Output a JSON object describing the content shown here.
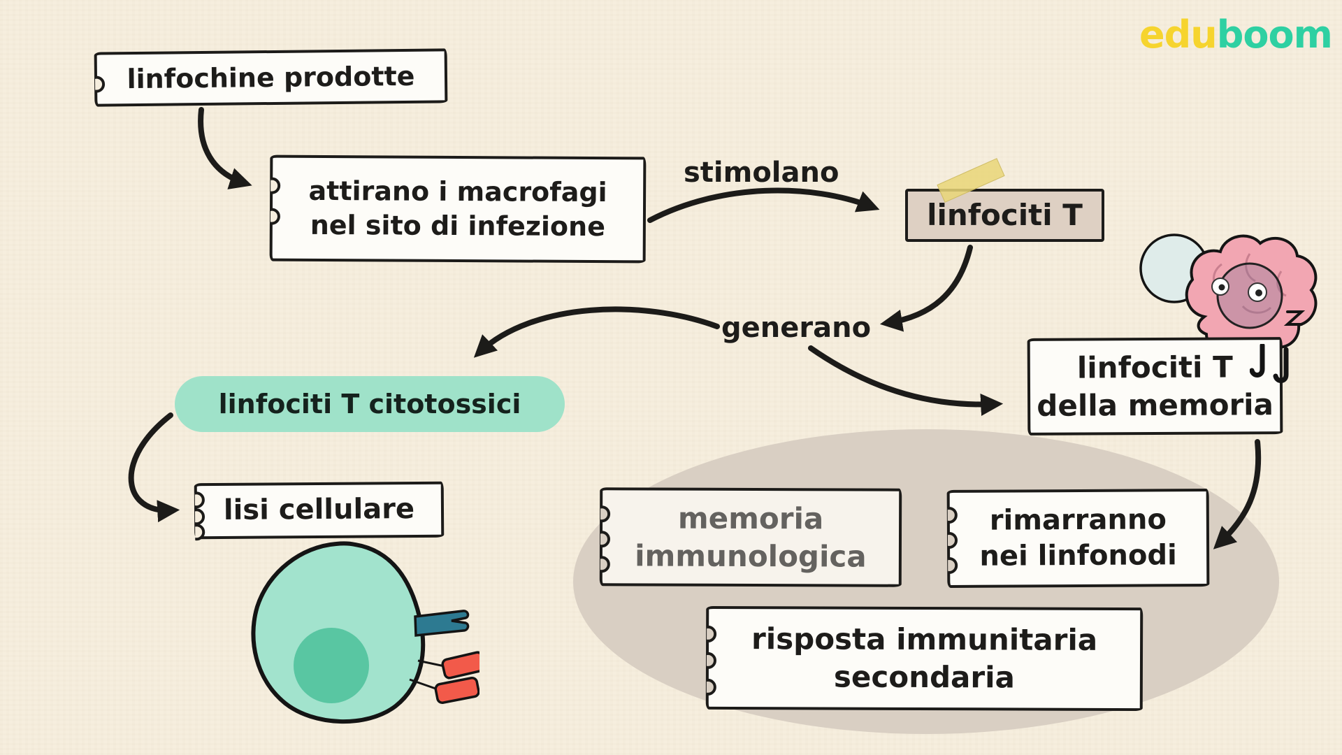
{
  "brand": {
    "edu": "edu",
    "boom": "boom",
    "edu_color": "#f6d42e",
    "boom_color": "#2ed0a2"
  },
  "diagram_title_topic": "linfociti T",
  "nodes": {
    "linfochine": {
      "label": "linfochine prodotte"
    },
    "attirano": {
      "line1": "attirano i macrofagi",
      "line2": "nel sito di infezione"
    },
    "linfociti_t": {
      "label": "linfociti T"
    },
    "citotossici": {
      "label": "linfociti T citotossici"
    },
    "lisi": {
      "label": "lisi cellulare"
    },
    "memoria_t": {
      "line1": "linfociti T",
      "line2": "della memoria"
    },
    "memoria_imm": {
      "line1": "memoria",
      "line2": "immunologica"
    },
    "rimarranno": {
      "line1": "rimarranno",
      "line2": "nei linfonodi"
    },
    "risposta": {
      "line1": "risposta immunitaria",
      "line2": "secondaria"
    }
  },
  "edge_labels": {
    "stimolano": "stimolano",
    "generano": "generano"
  },
  "colors": {
    "background": "#f6eede",
    "box_fill": "#fdfcf8",
    "box_border": "#1c1b19",
    "linfociti_t_fill": "#ded0c3",
    "pill_fill": "#9fe2c9",
    "ellipse_fill": "#d9cfc3",
    "memoria_imm_text": "#64625f",
    "cell_body": "#a2e3cd",
    "cell_nucleus": "#59c6a2",
    "receptor_teal": "#2d7a91",
    "receptor_red": "#f25a4a",
    "brain_pink": "#f2a6b2",
    "tape_yellow": "#e9d678"
  }
}
